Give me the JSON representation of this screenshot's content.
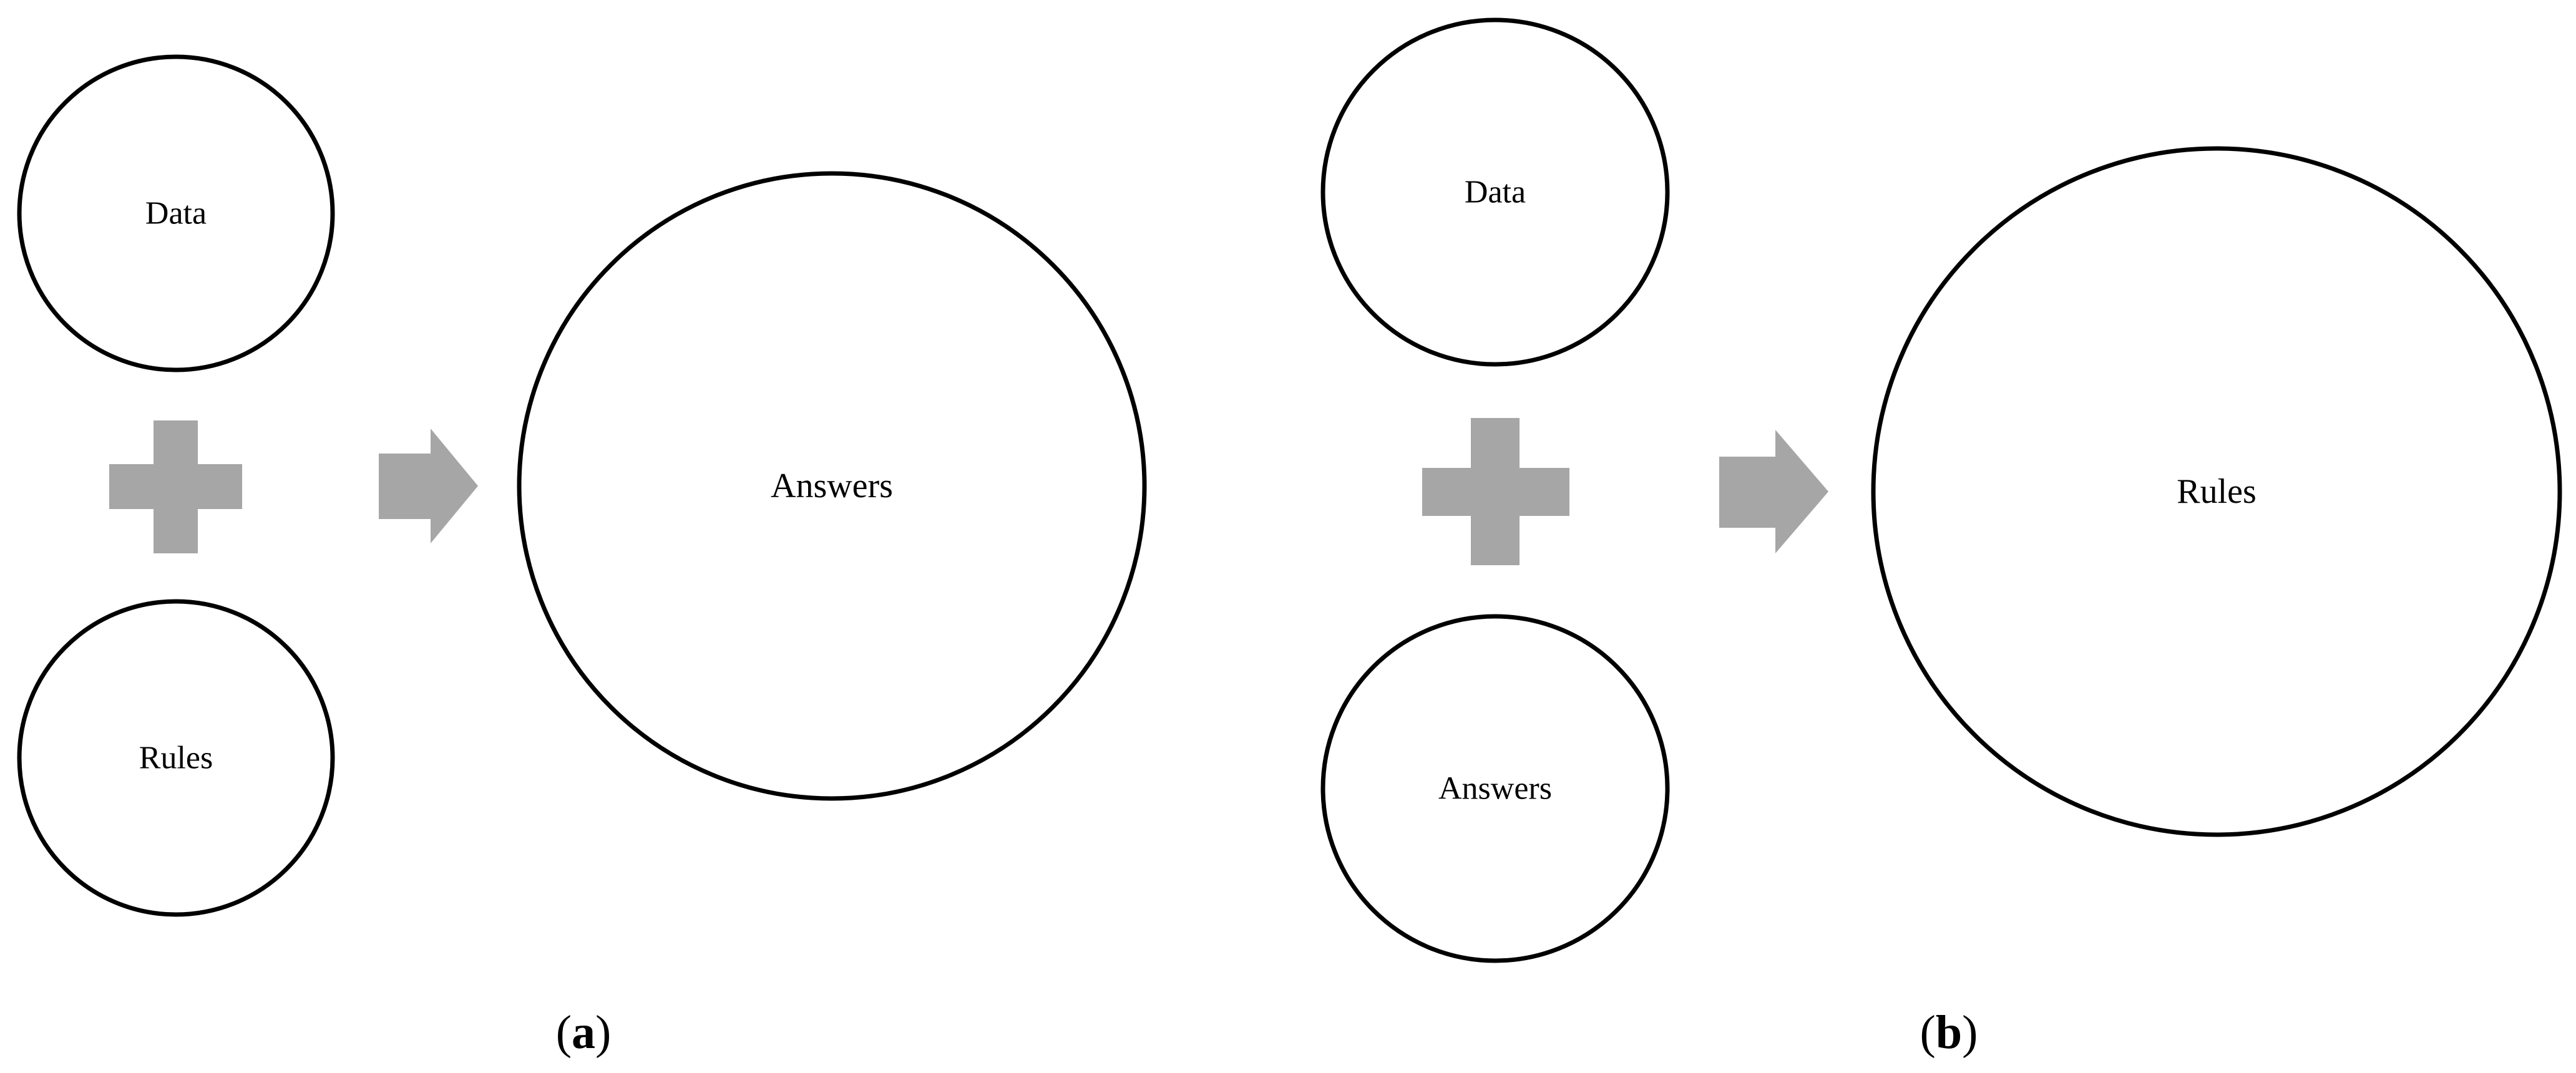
{
  "panels": [
    {
      "id": "a",
      "inputs": [
        "Data",
        "Rules"
      ],
      "output": "Answers",
      "caption": {
        "open": "(",
        "letter": "a",
        "close": ")"
      }
    },
    {
      "id": "b",
      "inputs": [
        "Data",
        "Answers"
      ],
      "output": "Rules",
      "caption": {
        "open": "(",
        "letter": "b",
        "close": ")"
      }
    }
  ],
  "colors": {
    "symbol": "#a6a6a6",
    "stroke": "#000000",
    "background": "#ffffff"
  },
  "icons": {
    "plus": "plus-icon",
    "arrow": "arrow-right-icon"
  }
}
